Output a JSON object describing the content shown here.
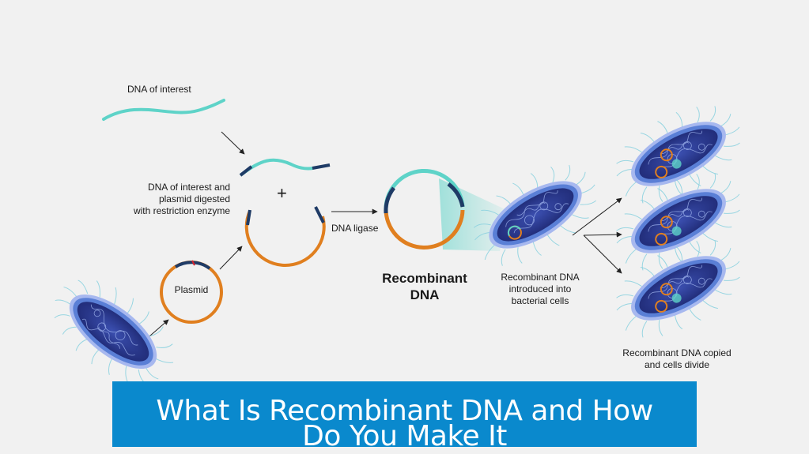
{
  "labels": {
    "dna_of_interest": "DNA of interest",
    "digested": [
      "DNA of interest and",
      "plasmid digested",
      "with restriction enzyme"
    ],
    "plus": "+",
    "plasmid": "Plasmid",
    "dna_ligase": "DNA ligase",
    "recombinant": [
      "Recombinant",
      "DNA"
    ],
    "introduced": [
      "Recombinant DNA",
      "introduced into",
      "bacterial cells"
    ],
    "copied": [
      "Recombinant DNA copied",
      "and cells divide"
    ]
  },
  "banner": {
    "title": "What Is Recombinant DNA and How Do You Make It"
  },
  "colors": {
    "background": "#f1f1f1",
    "dna_of_interest": "#5ed3c8",
    "plasmid": "#e07f1f",
    "sticky_end": "#1f3b66",
    "bacterium_outer": "#5a7fd6",
    "bacterium_inner": "#2c3a8c",
    "flagella": "#7fc9d9",
    "banner": "#0a89cd"
  },
  "icons": [
    "bacterium-icon",
    "plasmid-ring-icon",
    "arrow-icon"
  ]
}
